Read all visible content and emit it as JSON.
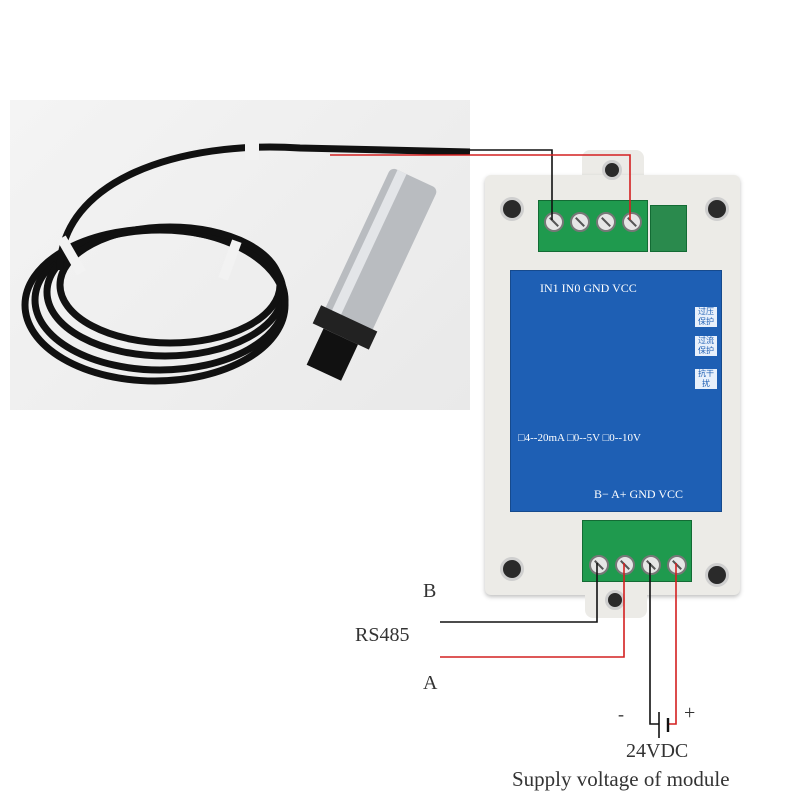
{
  "module": {
    "top_terminals_label": "IN1 IN0 GND VCC",
    "bottom_terminals_label": "B−  A+ GND VCC",
    "protection_tags": [
      "过压保护",
      "过流保护",
      "抗干扰"
    ],
    "output_options": "□4--20mA □0--5V □0--10V"
  },
  "wiring": {
    "rs485_label": "RS485",
    "b_label": "B",
    "a_label": "A",
    "minus_label": "-",
    "plus_label": "+",
    "voltage_label": "24VDC",
    "supply_label": "Supply voltage of module"
  },
  "colors": {
    "wire_black": "#111111",
    "wire_red": "#d42020",
    "pcb_blue": "#1e5fb4",
    "terminal_green": "#1f9a4e"
  }
}
